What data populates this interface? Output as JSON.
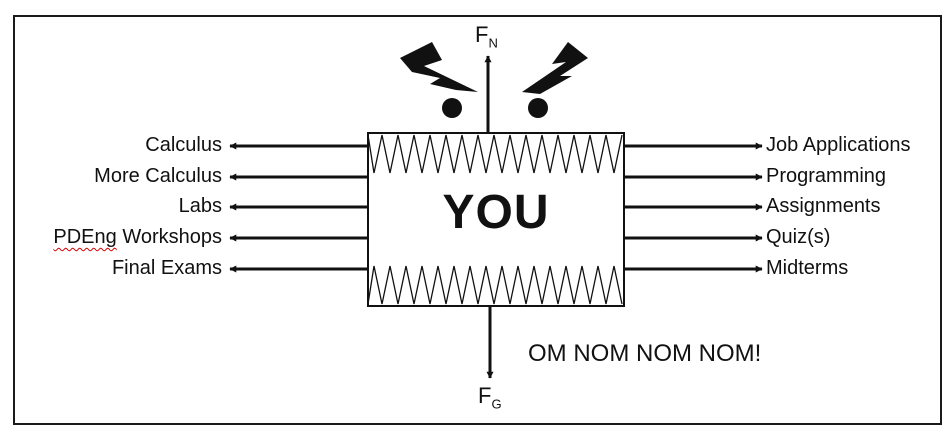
{
  "diagram": {
    "center_label": "YOU",
    "caption": "OM NOM NOM NOM!",
    "force_normal": {
      "symbol": "F",
      "subscript": "N"
    },
    "force_gravity": {
      "symbol": "F",
      "subscript": "G"
    },
    "left_arrows": [
      {
        "label": "Calculus"
      },
      {
        "label": "More Calculus"
      },
      {
        "label": "Labs"
      },
      {
        "label": "PDEng Workshops"
      },
      {
        "label": "Final Exams"
      }
    ],
    "right_arrows": [
      {
        "label": "Job Applications"
      },
      {
        "label": "Programming"
      },
      {
        "label": "Assignments"
      },
      {
        "label": "Quiz(s)"
      },
      {
        "label": "Midterms"
      }
    ]
  }
}
